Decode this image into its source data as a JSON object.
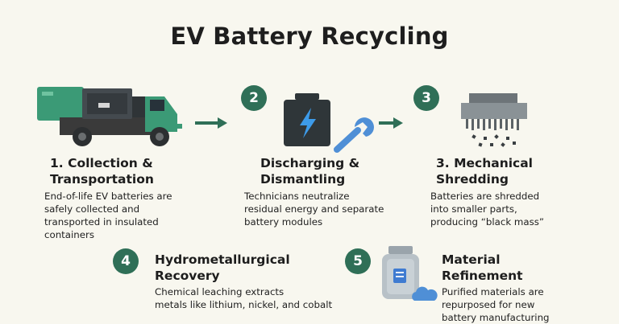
{
  "title": "EV Battery Recycling",
  "steps": [
    {
      "heading": [
        "1. Collection &",
        "Transportation"
      ],
      "text": [
        "End-of-life EV batteries are",
        "safely collected and",
        "transported in insulated",
        "containers"
      ]
    },
    {
      "number": "2",
      "heading": [
        "Discharging &",
        "Dismantling"
      ],
      "text": [
        "Technicians neutralize",
        "residual energy and separate",
        "battery modules"
      ]
    },
    {
      "number": "3",
      "heading": [
        "3. Mechanical",
        "Shredding"
      ],
      "text": [
        "Batteries are shredded",
        "into smaller parts,",
        "producing “black mass”"
      ]
    },
    {
      "number": "4",
      "heading": [
        "Hydrometallurgical",
        "Recovery"
      ],
      "text": [
        "Chemical leaching extracts",
        "metals like lithium, nickel, and cobalt"
      ]
    },
    {
      "number": "5",
      "heading": [
        "Material",
        "Refinement"
      ],
      "text": [
        "Purified materials are",
        "repurposed for new",
        "battery manufacturing"
      ]
    }
  ],
  "icons": [
    "truck-icon",
    "battery-icon",
    "wrench-icon",
    "shredder-icon",
    "jar-icon",
    "cloud-icon",
    "arrow-right-icon"
  ],
  "colors": {
    "accent": "#2f6f57",
    "truck_cab": "#3b9a76",
    "wrench": "#4f8fd6",
    "bolt": "#3d9be9"
  }
}
